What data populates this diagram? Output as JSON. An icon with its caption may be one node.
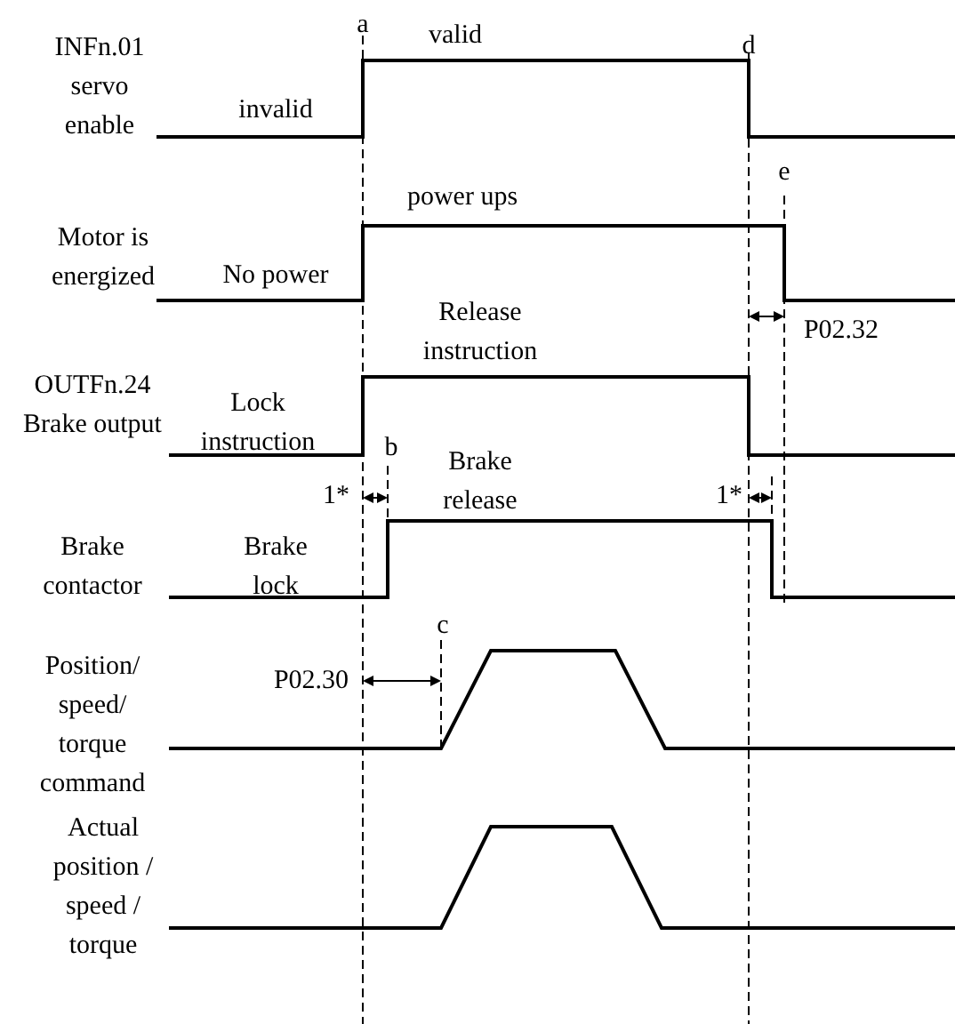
{
  "diagram": {
    "labels": [
      "INFn.01 servo enable",
      "a",
      "valid",
      "invalid",
      "d",
      "e",
      "power ups",
      "Motor is energized",
      "No power",
      "P02.32",
      "Release instruction",
      "OUTFn.24 Brake output",
      "Lock instruction",
      "b",
      "Brake release",
      "1*",
      "1*",
      "Brake contactor",
      "Brake lock",
      "c",
      "Position/ speed/ torque command",
      "P02.30",
      "Actual position / speed / torque"
    ]
  }
}
